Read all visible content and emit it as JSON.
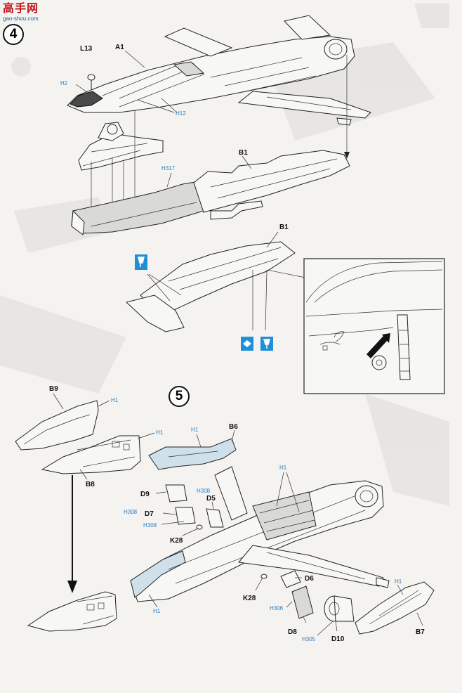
{
  "watermark": {
    "site_name": "高手网",
    "url": "gao-shou.com"
  },
  "steps": [
    {
      "number": "4"
    },
    {
      "number": "5"
    }
  ],
  "part_labels": {
    "L13": "L13",
    "A1": "A1",
    "B1": "B1",
    "B9": "B9",
    "B8": "B8",
    "B6": "B6",
    "D9": "D9",
    "D7": "D7",
    "D5": "D5",
    "K28": "K28",
    "D6": "D6",
    "D8": "D8",
    "D10": "D10",
    "B7": "B7"
  },
  "paint_codes": {
    "h2": "H2",
    "h12": "H12",
    "h317": "H317",
    "h1": "H1",
    "h308": "H308",
    "h306": "H306",
    "h305": "H305"
  },
  "icons": {
    "glue": "glue-icon",
    "option": "option-icon"
  }
}
